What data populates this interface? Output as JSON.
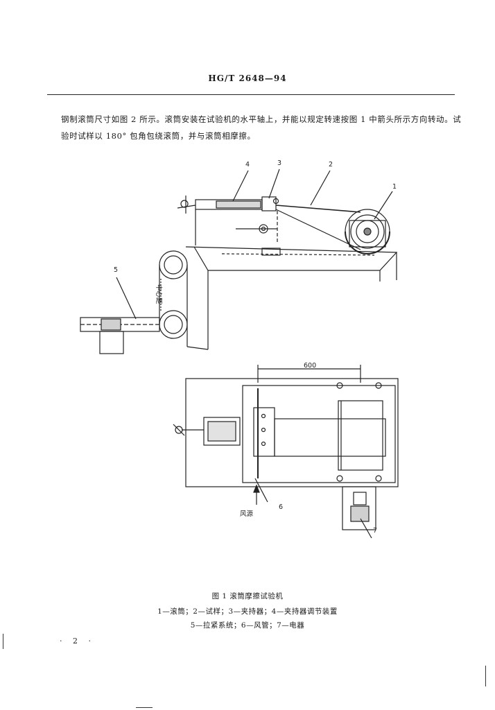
{
  "header": {
    "standard_code": "HG/T  2648—94"
  },
  "body_text": {
    "paragraph": "钢制滚筒尺寸如图 2 所示。滚筒安装在试验机的水平轴上，并能以规定转速按图 1 中箭头所示方向转动。试验时试样以 180° 包角包绕滚筒，并与滚筒相摩擦。"
  },
  "figure": {
    "callouts": {
      "c1": "1",
      "c2": "2",
      "c3": "3",
      "c4": "4",
      "c5": "5",
      "c6": "6",
      "c7": "7"
    },
    "dimension_label": "600",
    "side_vertical_label": "中心距",
    "air_label": "风源",
    "caption_title": "图 1   滚筒摩擦试验机",
    "legend_line1": "1—滚筒；2—试样；3—夹持器；4—夹持器调节装置",
    "legend_line2": "5—拉紧系统；6—风管；7—电器"
  },
  "footer": {
    "page_number": "· 2 ·"
  }
}
